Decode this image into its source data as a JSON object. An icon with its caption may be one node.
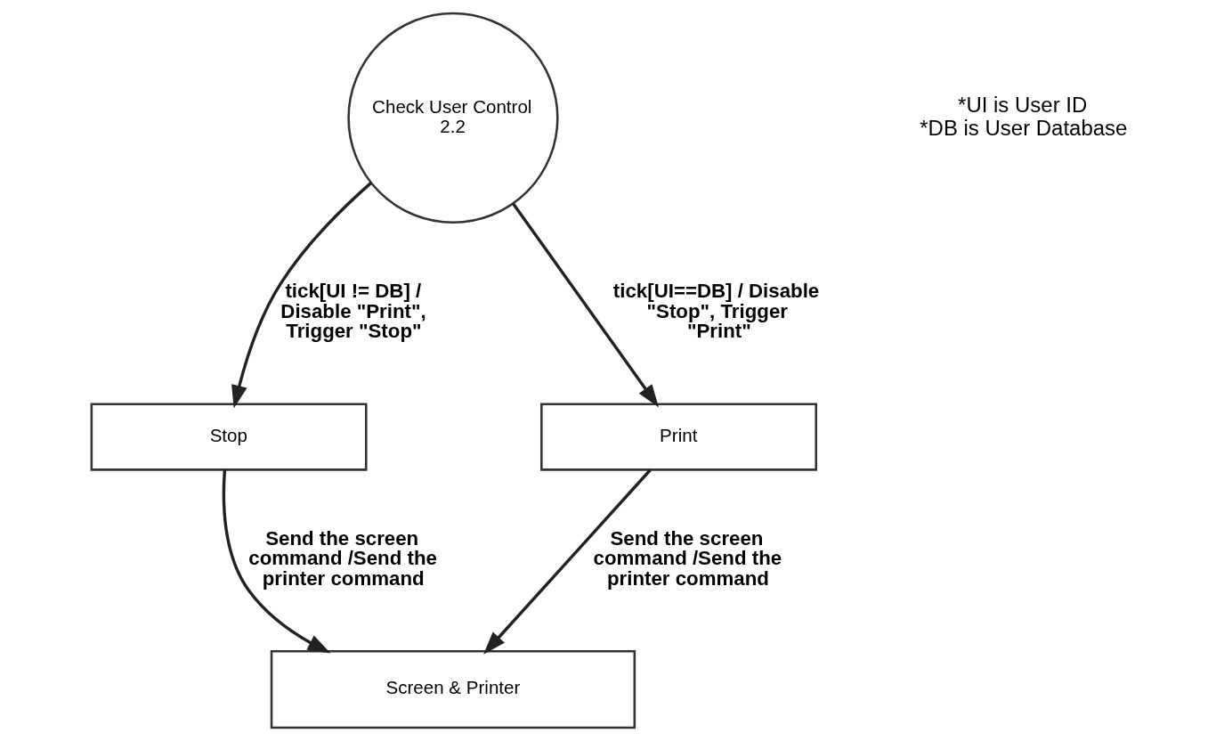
{
  "diagram": {
    "nodes": [
      {
        "text": [
          "Check User Control",
          "2.2"
        ]
      },
      {
        "text": [
          "Stop"
        ]
      },
      {
        "text": [
          "Print"
        ]
      },
      {
        "text": [
          "Screen & Printer"
        ]
      }
    ],
    "edges": [
      {
        "from": 0,
        "to": 1,
        "arrow": "to",
        "label": "tick[UI != DB] / Disable \"Print\", Trigger \"Stop\""
      },
      {
        "from": 0,
        "to": 2,
        "arrow": "to",
        "label": "tick[UI==DB] / Disable \"Stop\", Trigger \"Print\""
      },
      {
        "from": 1,
        "to": 3,
        "arrow": "to",
        "label": "Send the screen command /Send the printer command"
      },
      {
        "from": 2,
        "to": 3,
        "arrow": "to",
        "label": "Send the screen command /Send the printer command"
      }
    ],
    "labels": [
      "*UI is User ID",
      "*DB is User Database"
    ]
  }
}
